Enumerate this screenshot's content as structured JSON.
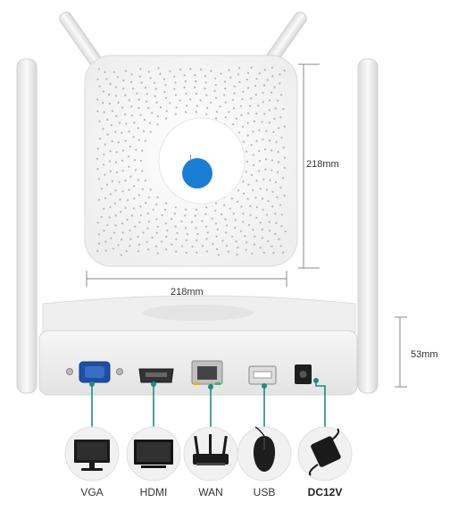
{
  "dimensions": {
    "top_width": "218mm",
    "top_depth": "218mm",
    "height": "53mm"
  },
  "ports": [
    {
      "label": "VGA",
      "device_icon": "monitor-icon"
    },
    {
      "label": "HDMI",
      "device_icon": "tv-icon"
    },
    {
      "label": "WAN",
      "device_icon": "router-icon"
    },
    {
      "label": "USB",
      "device_icon": "mouse-icon"
    },
    {
      "label": "DC12V",
      "device_icon": "power-adapter-icon"
    }
  ],
  "colors": {
    "connector_line": "#1e8a86",
    "logo_badge": "#1a7fd4",
    "device_body": "#f4f4f4",
    "antenna": "#ececec"
  }
}
